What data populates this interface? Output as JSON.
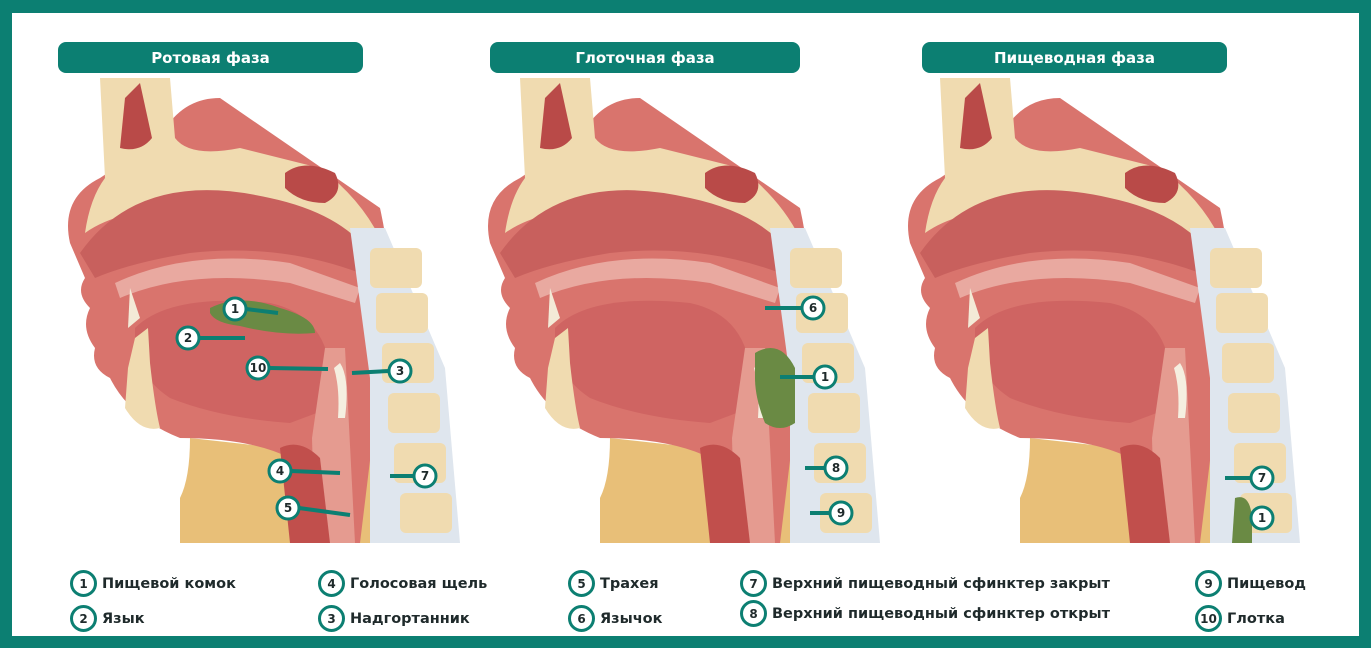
{
  "phases": [
    {
      "title": "Ротовая фаза",
      "bolus": "mouth",
      "callouts": [
        {
          "num": "1"
        },
        {
          "num": "2"
        },
        {
          "num": "10"
        },
        {
          "num": "3"
        },
        {
          "num": "4"
        },
        {
          "num": "7"
        },
        {
          "num": "5"
        }
      ]
    },
    {
      "title": "Глоточная фаза",
      "bolus": "pharynx",
      "callouts": [
        {
          "num": "6"
        },
        {
          "num": "1"
        },
        {
          "num": "8"
        },
        {
          "num": "9"
        }
      ]
    },
    {
      "title": "Пищеводная фаза",
      "bolus": "esophagus",
      "callouts": [
        {
          "num": "7"
        },
        {
          "num": "1"
        }
      ]
    }
  ],
  "legend": [
    {
      "num": "1",
      "label": "Пищевой комок"
    },
    {
      "num": "2",
      "label": "Язык"
    },
    {
      "num": "4",
      "label": "Голосовая щель"
    },
    {
      "num": "3",
      "label": "Надгортанник"
    },
    {
      "num": "5",
      "label": "Трахея"
    },
    {
      "num": "6",
      "label": "Язычок"
    },
    {
      "num": "7",
      "label": "Верхний пищеводный сфинктер закрыт"
    },
    {
      "num": "8",
      "label": "Верхний пищеводный сфинктер открыт"
    },
    {
      "num": "9",
      "label": "Пищевод"
    },
    {
      "num": "10",
      "label": "Глотка"
    }
  ],
  "colors": {
    "accent": "#0c7f72",
    "bone": "#f0dbb0",
    "tissue": "#d9746d",
    "tissue_dark": "#b94a48",
    "tongue": "#cf6462",
    "bolus": "#6a8a44",
    "fat": "#e8bf78",
    "spine_bg": "#dfe6ee"
  }
}
